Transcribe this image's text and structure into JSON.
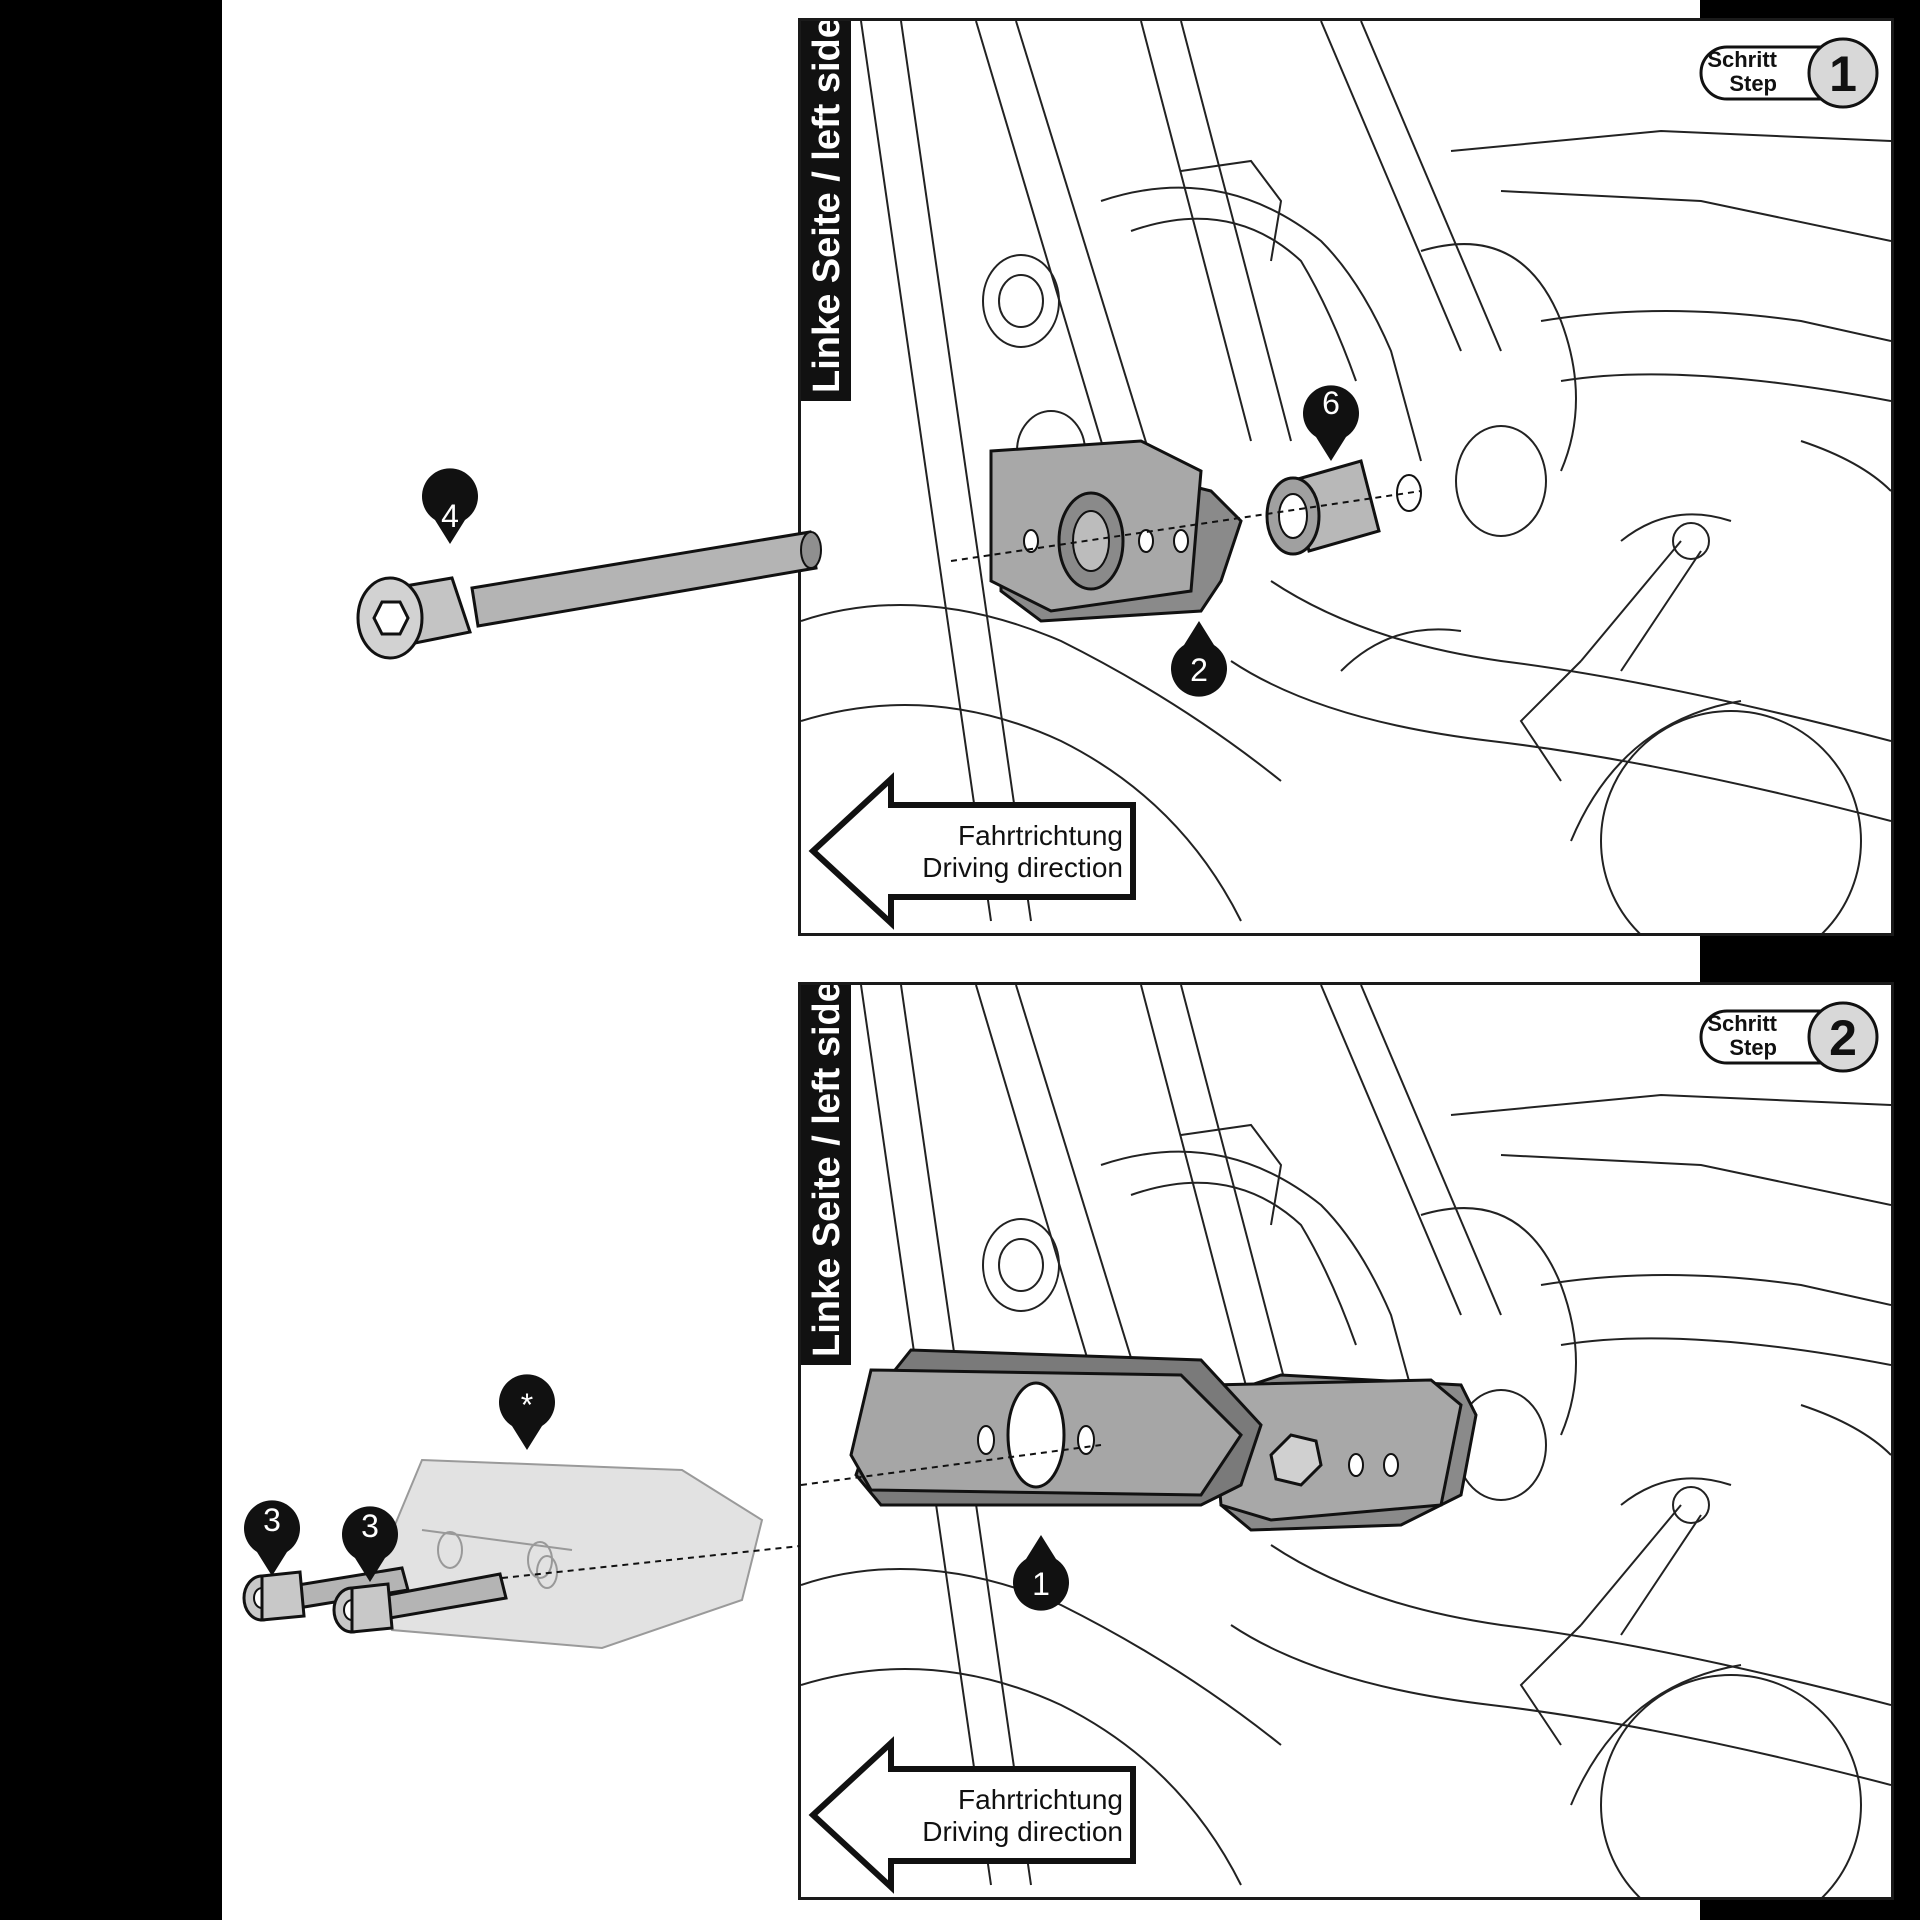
{
  "panels": [
    {
      "side_label": "Linke Seite / left side",
      "step_label_de": "Schritt",
      "step_label_en": "Step",
      "step_number": "1",
      "direction_de": "Fahrtrichtung",
      "direction_en": "Driving direction",
      "callouts": [
        "4",
        "6",
        "2"
      ]
    },
    {
      "side_label": "Linke Seite / left side",
      "step_label_de": "Schritt",
      "step_label_en": "Step",
      "step_number": "2",
      "direction_de": "Fahrtrichtung",
      "direction_en": "Driving direction",
      "callouts": [
        "*",
        "3",
        "3",
        "1"
      ]
    }
  ]
}
